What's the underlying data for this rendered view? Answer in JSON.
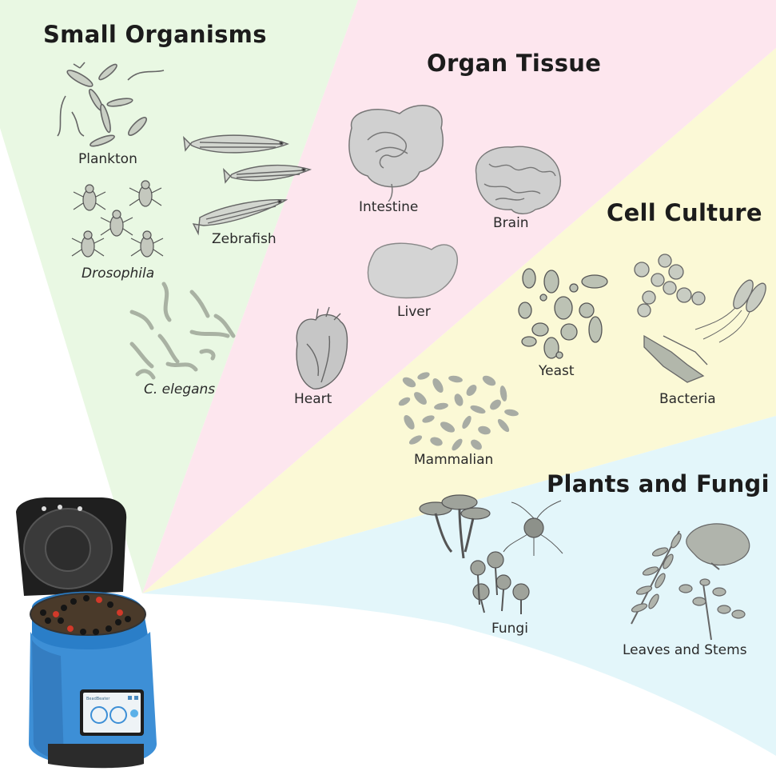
{
  "sections": {
    "small_organisms": {
      "title": "Small Organisms",
      "color": "#e9f8e3",
      "items": {
        "plankton": "Plankton",
        "zebrafish": "Zebrafish",
        "drosophila": "Drosophila",
        "c_elegans": "C. elegans"
      }
    },
    "organ_tissue": {
      "title": "Organ Tissue",
      "color": "#fde6ee",
      "items": {
        "intestine": "Intestine",
        "brain": "Brain",
        "liver": "Liver",
        "heart": "Heart"
      }
    },
    "cell_culture": {
      "title": "Cell Culture",
      "color": "#fbf9d6",
      "items": {
        "yeast": "Yeast",
        "bacteria": "Bacteria",
        "mammalian": "Mammalian"
      }
    },
    "plants_fungi": {
      "title": "Plants and Fungi",
      "color": "#e3f6fa",
      "items": {
        "fungi": "Fungi",
        "leaves": "Leaves and Stems"
      }
    }
  },
  "device": {
    "body_color": "#3d8fd6",
    "screen": {
      "brand": "BeadBeater",
      "left_readout": "",
      "right_readout": ""
    }
  }
}
